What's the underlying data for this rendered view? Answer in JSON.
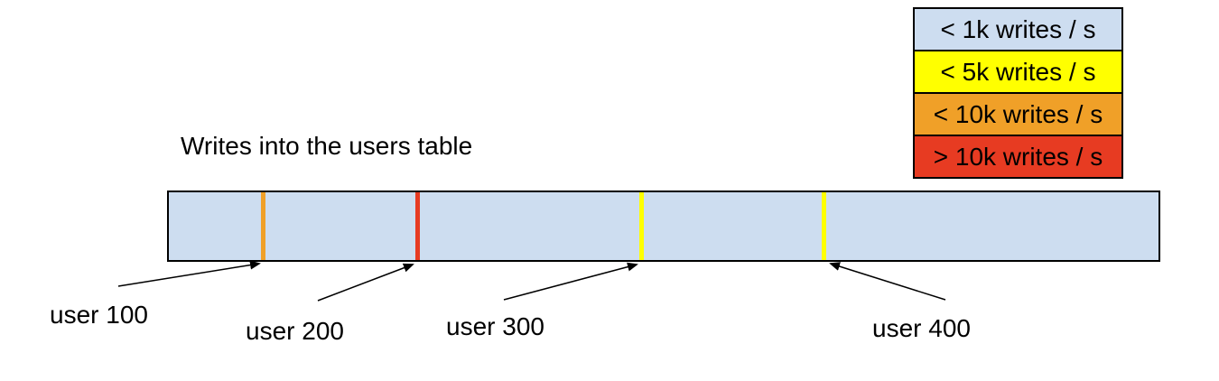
{
  "title": "Writes into the users table",
  "colors": {
    "background": "#FFFFFF",
    "outline": "#000000",
    "bar_fill": "#CDDDF0"
  },
  "legend": {
    "items": [
      {
        "label": "< 1k writes / s",
        "color": "#CDDDF0"
      },
      {
        "label": "< 5k writes / s",
        "color": "#FFFF00"
      },
      {
        "label": "< 10k writes / s",
        "color": "#F0A028"
      },
      {
        "label": "> 10k writes / s",
        "color": "#E73B22"
      }
    ]
  },
  "bar": {
    "fill_color": "#CDDDF0",
    "markers": [
      {
        "user_label": "user 100",
        "color": "#F0A028"
      },
      {
        "user_label": "user 200",
        "color": "#E73B22"
      },
      {
        "user_label": "user 300",
        "color": "#FFFF00"
      },
      {
        "user_label": "user 400",
        "color": "#FFFF00"
      }
    ]
  }
}
